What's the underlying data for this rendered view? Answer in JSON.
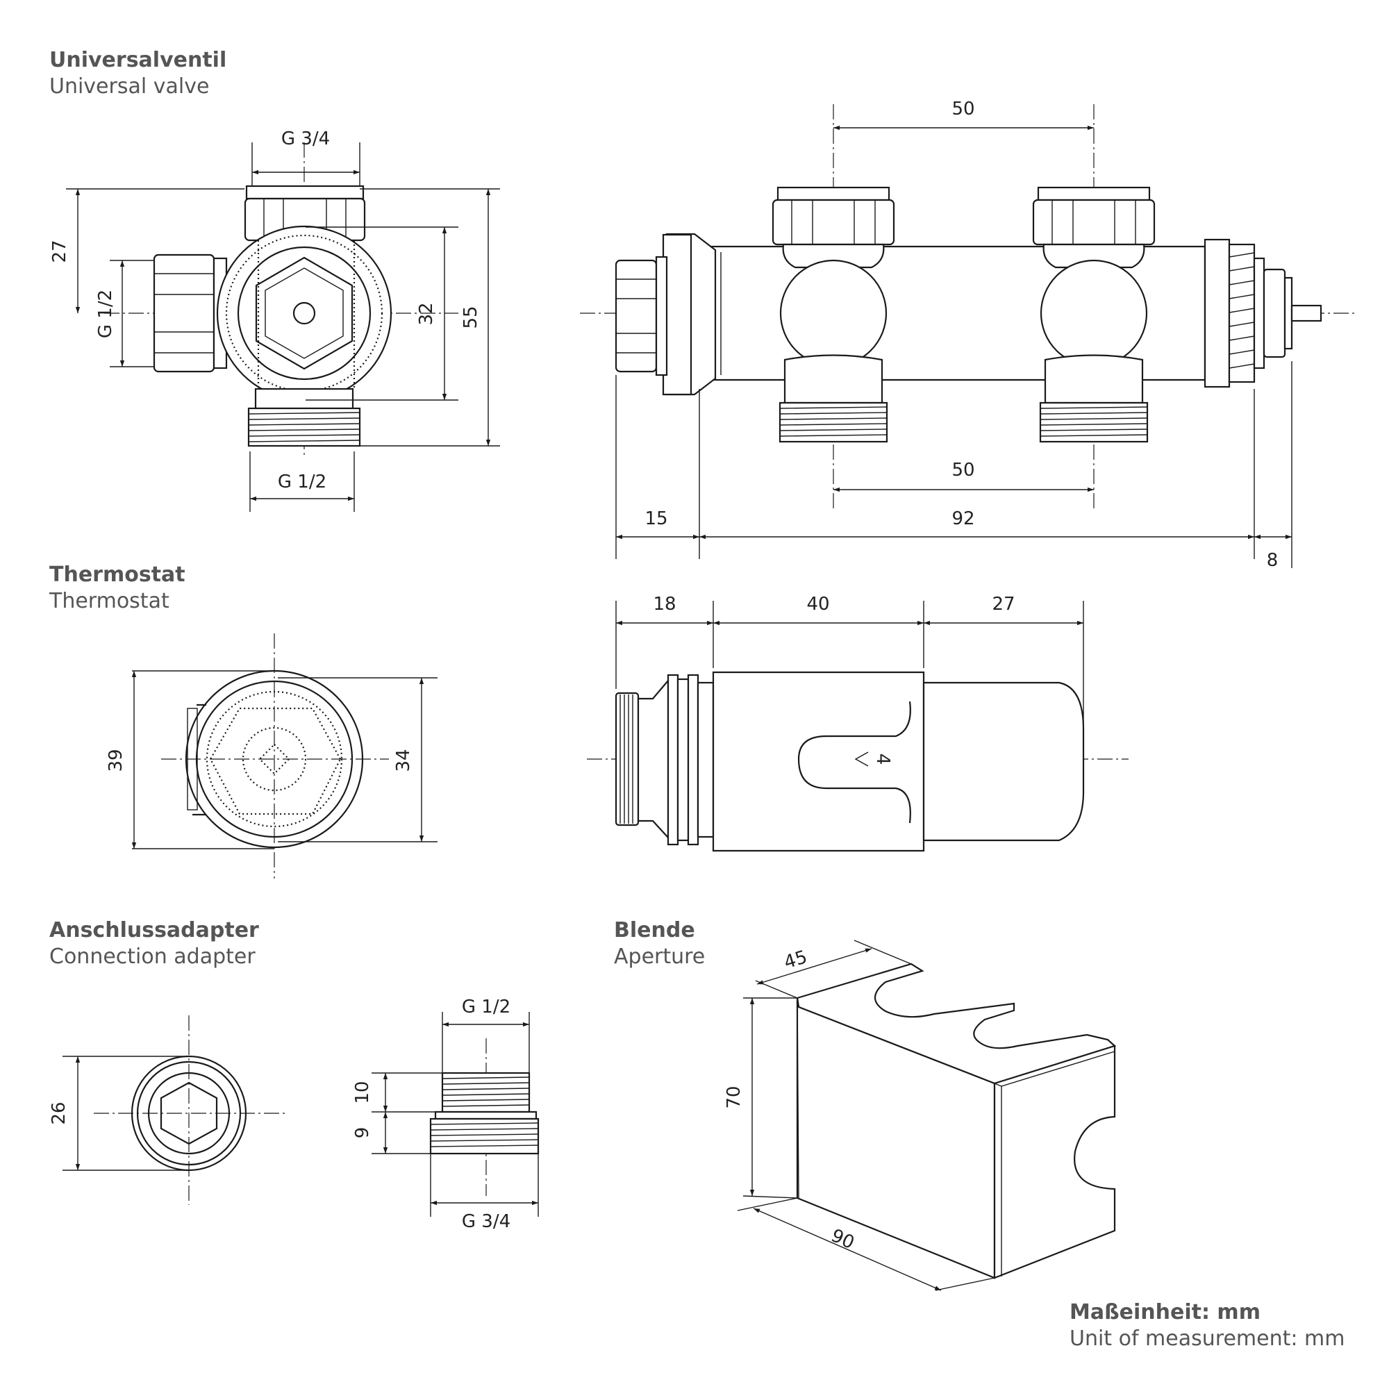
{
  "sections": {
    "valve": {
      "title_de": "Universalventil",
      "title_en": "Universal valve"
    },
    "thermostat": {
      "title_de": "Thermostat",
      "title_en": "Thermostat"
    },
    "adapter": {
      "title_de": "Anschlussadapter",
      "title_en": "Connection adapter"
    },
    "aperture": {
      "title_de": "Blende",
      "title_en": "Aperture"
    }
  },
  "unit": {
    "label_de": "Maßeinheit: mm",
    "label_en": "Unit of measurement: mm"
  },
  "dimensions": {
    "valve_top_thread": "G 3/4",
    "valve_left_thread": "G 1/2",
    "valve_bottom_thread": "G 1/2",
    "valve_27": "27",
    "valve_32": "32",
    "valve_55": "55",
    "valve_spacing_top": "50",
    "valve_spacing_bottom": "50",
    "valve_15": "15",
    "valve_92": "92",
    "valve_8": "8",
    "thermo_39": "39",
    "thermo_34": "34",
    "thermo_18": "18",
    "thermo_40": "40",
    "thermo_27": "27",
    "thermo_scale_mark": "4",
    "adapter_26": "26",
    "adapter_top_thread": "G 1/2",
    "adapter_bottom_thread": "G 3/4",
    "adapter_10": "10",
    "adapter_9": "9",
    "aperture_45": "45",
    "aperture_70": "70",
    "aperture_90": "90"
  }
}
